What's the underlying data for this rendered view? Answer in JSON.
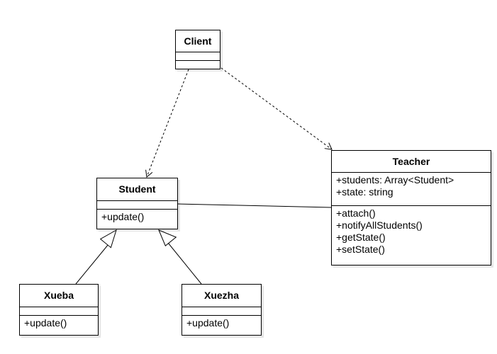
{
  "classes": {
    "client": {
      "name": "Client",
      "attributes": [],
      "methods": []
    },
    "student": {
      "name": "Student",
      "attributes": [],
      "methods": [
        "+update()"
      ]
    },
    "teacher": {
      "name": "Teacher",
      "attributes": [
        "+students: Array<Student>",
        "+state: string"
      ],
      "methods": [
        "+attach()",
        "+notifyAllStudents()",
        "+getState()",
        "+setState()"
      ]
    },
    "xueba": {
      "name": "Xueba",
      "attributes": [],
      "methods": [
        "+update()"
      ]
    },
    "xuezha": {
      "name": "Xuezha",
      "attributes": [],
      "methods": [
        "+update()"
      ]
    }
  },
  "relations": [
    {
      "from": "client",
      "to": "student",
      "kind": "dependency"
    },
    {
      "from": "client",
      "to": "teacher",
      "kind": "dependency"
    },
    {
      "from": "student",
      "to": "teacher",
      "kind": "association"
    },
    {
      "from": "xueba",
      "to": "student",
      "kind": "generalization"
    },
    {
      "from": "xuezha",
      "to": "student",
      "kind": "generalization"
    }
  ]
}
